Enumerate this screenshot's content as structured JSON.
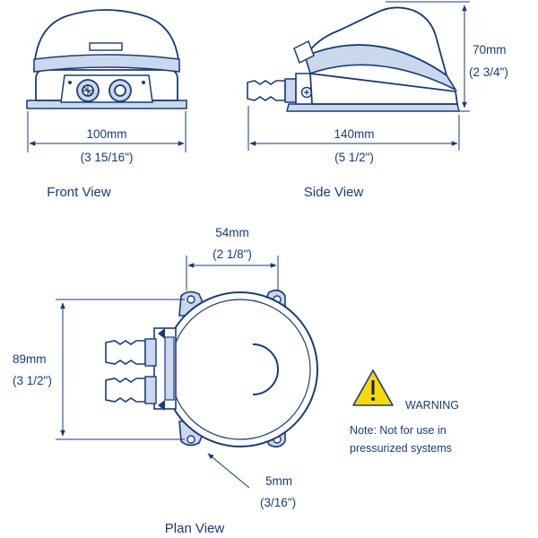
{
  "views": {
    "front": "Front View",
    "side": "Side View",
    "plan": "Plan View"
  },
  "dimensions": {
    "front_width": {
      "metric": "100mm",
      "imperial": "(3 15/16\")"
    },
    "side_length": {
      "metric": "140mm",
      "imperial": "(5 1/2\")"
    },
    "side_height": {
      "metric": "70mm",
      "imperial": "(2 3/4\")"
    },
    "plan_width": {
      "metric": "54mm",
      "imperial": "(2 1/8\")"
    },
    "plan_height": {
      "metric": "89mm",
      "imperial": "(3 1/2\")"
    },
    "plan_hole": {
      "metric": "5mm",
      "imperial": "(3/16\")"
    }
  },
  "warning": {
    "title": "WARNING",
    "note_line1": "Note: Not for use in",
    "note_line2": "pressurized systems",
    "icon": "warning-triangle-icon",
    "icon_color": "#f5d90a"
  },
  "colors": {
    "line": "#1a3a78",
    "shade": "#c9d8ec"
  }
}
